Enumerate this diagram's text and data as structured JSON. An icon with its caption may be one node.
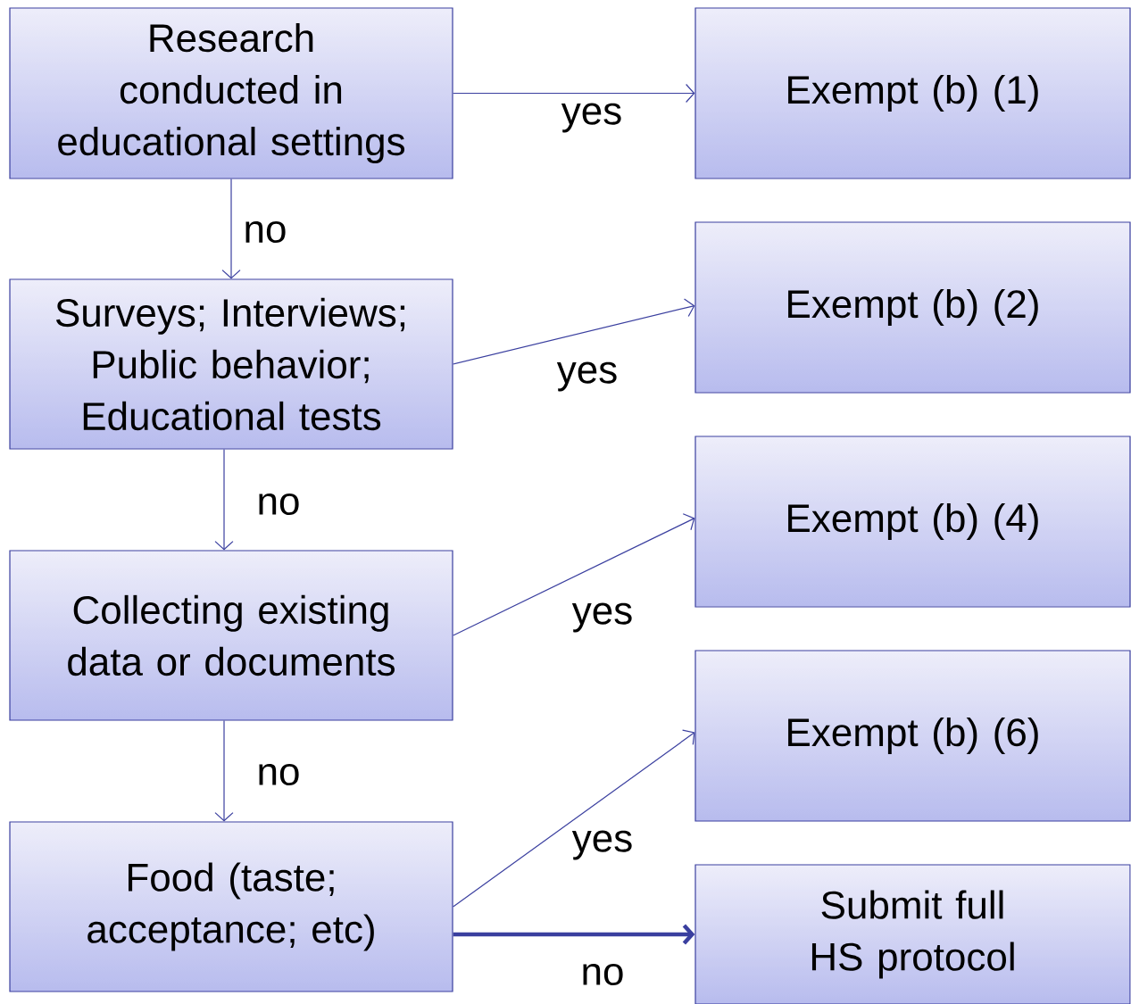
{
  "diagram": {
    "nodes": [
      {
        "text": [
          "Research conducted in educational settings"
        ]
      },
      {
        "text": [
          "Surveys; Interviews; Public behavior; Educational tests"
        ]
      },
      {
        "text": [
          "Collecting existing data or documents"
        ]
      },
      {
        "text": [
          "Food (taste; acceptance; etc)"
        ]
      },
      {
        "text": [
          "Exempt (b) (1)"
        ]
      },
      {
        "text": [
          "Exempt (b) (2)"
        ]
      },
      {
        "text": [
          "Exempt (b) (4)"
        ]
      },
      {
        "text": [
          "Exempt (b) (6)"
        ]
      },
      {
        "text": [
          "Submit full HS protocol"
        ]
      }
    ],
    "edges": [
      {
        "from": 0,
        "to": 4,
        "arrow": "to",
        "label": "yes"
      },
      {
        "from": 0,
        "to": 1,
        "arrow": "to",
        "label": "no"
      },
      {
        "from": 1,
        "to": 5,
        "arrow": "to",
        "label": "yes"
      },
      {
        "from": 1,
        "to": 2,
        "arrow": "to",
        "label": "no"
      },
      {
        "from": 2,
        "to": 6,
        "arrow": "to",
        "label": "yes"
      },
      {
        "from": 2,
        "to": 3,
        "arrow": "to",
        "label": "no"
      },
      {
        "from": 3,
        "to": 7,
        "arrow": "to",
        "label": "yes"
      },
      {
        "from": 3,
        "to": 8,
        "arrow": "to",
        "label": "no",
        "style": "thick"
      }
    ]
  }
}
